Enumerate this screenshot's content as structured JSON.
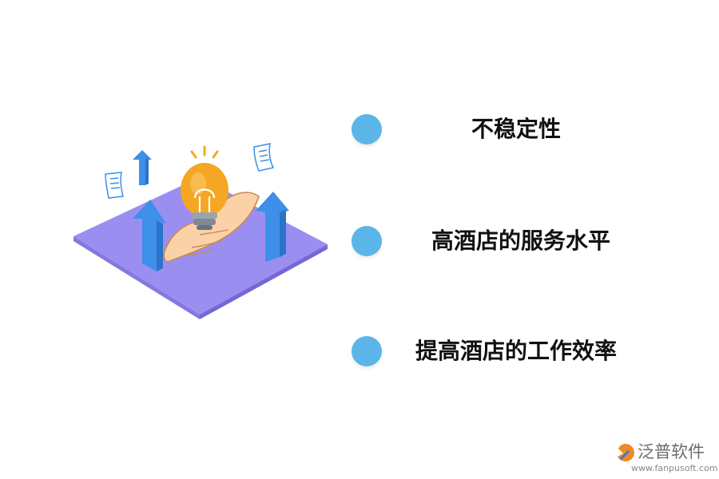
{
  "colors": {
    "bullet": "#5bb5e8",
    "platform": "#9a8ff0",
    "arrow": "#3d8fe8",
    "bulb": "#f5a623",
    "hand": "#fbd2a7"
  },
  "items": [
    {
      "label": "不稳定性"
    },
    {
      "label": "高酒店的服务水平"
    },
    {
      "label": "提高酒店的工作效率"
    }
  ],
  "logo": {
    "name": "泛普软件",
    "url": "www.fanpusoft.com"
  }
}
